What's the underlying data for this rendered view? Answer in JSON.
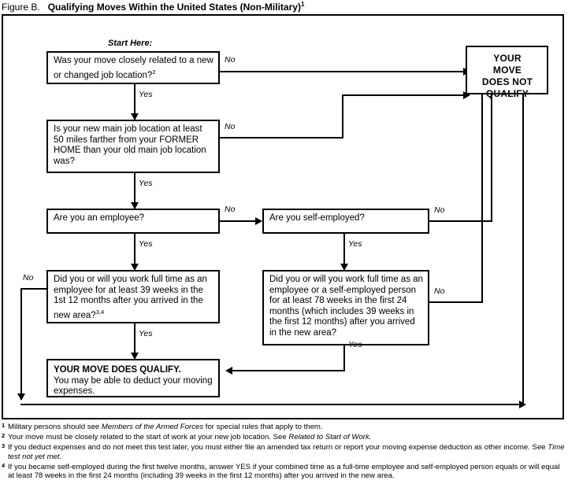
{
  "figure": {
    "lead": "Figure B.",
    "title": "Qualifying Moves Within the United States (Non-Military)",
    "title_sup": "1"
  },
  "labels": {
    "start_here": "Start Here:",
    "yes": "Yes",
    "no": "No"
  },
  "nodes": {
    "q1": {
      "text": "Was your move closely related to a new or changed job location?",
      "sup": "2"
    },
    "q2": {
      "text": "Is your new main job location at least 50 miles farther from your FORMER HOME than your old main job location was?"
    },
    "q3": {
      "text": "Are you an employee?"
    },
    "q4": {
      "text": "Are you self-employed?"
    },
    "q5": {
      "text": "Did you or will you work full time as an employee for at least 39 weeks in the 1st 12 months after you arrived in the new area?",
      "sup": "3,4"
    },
    "q6": {
      "text": "Did you or will you work full time as an employee or a self-employed person for at least 78 weeks in the first 24 months (which includes 39 weeks in the first 12 months) after you arrived in the new area?"
    },
    "qualify": {
      "heading": "YOUR MOVE DOES QUALIFY.",
      "body": "You may be able to deduct your moving expenses."
    },
    "not_qualify": {
      "line1": "YOUR",
      "line2": "MOVE",
      "line3": "DOES NOT",
      "line4": "QUALIFY"
    }
  },
  "footnotes": [
    {
      "num": "1",
      "parts": [
        {
          "style": "normal",
          "text": "Military persons should see "
        },
        {
          "style": "italic",
          "text": "Members of the Armed Forces"
        },
        {
          "style": "normal",
          "text": " for special rules that apply to them."
        }
      ]
    },
    {
      "num": "2",
      "parts": [
        {
          "style": "normal",
          "text": "Your move must be closely related to the start of work at your new job location. See "
        },
        {
          "style": "italic",
          "text": "Related to Start of Work."
        }
      ]
    },
    {
      "num": "3",
      "parts": [
        {
          "style": "normal",
          "text": "If you deduct expenses and do not meet this test later, you must either file an amended tax return or report your moving expense deduction as other income. See "
        },
        {
          "style": "italic",
          "text": "Time test not yet met."
        }
      ]
    },
    {
      "num": "4",
      "parts": [
        {
          "style": "normal",
          "text": "If you became self-employed during the first twelve months, answer YES if your combined time as a full-time employee and self-employed person equals or will equal at least 78 weeks in the first 24 months (including 39 weeks in the first 12 months) after you arrived in the new area."
        }
      ]
    }
  ],
  "colors": {
    "ink": "#000000",
    "paper": "#ffffff"
  }
}
